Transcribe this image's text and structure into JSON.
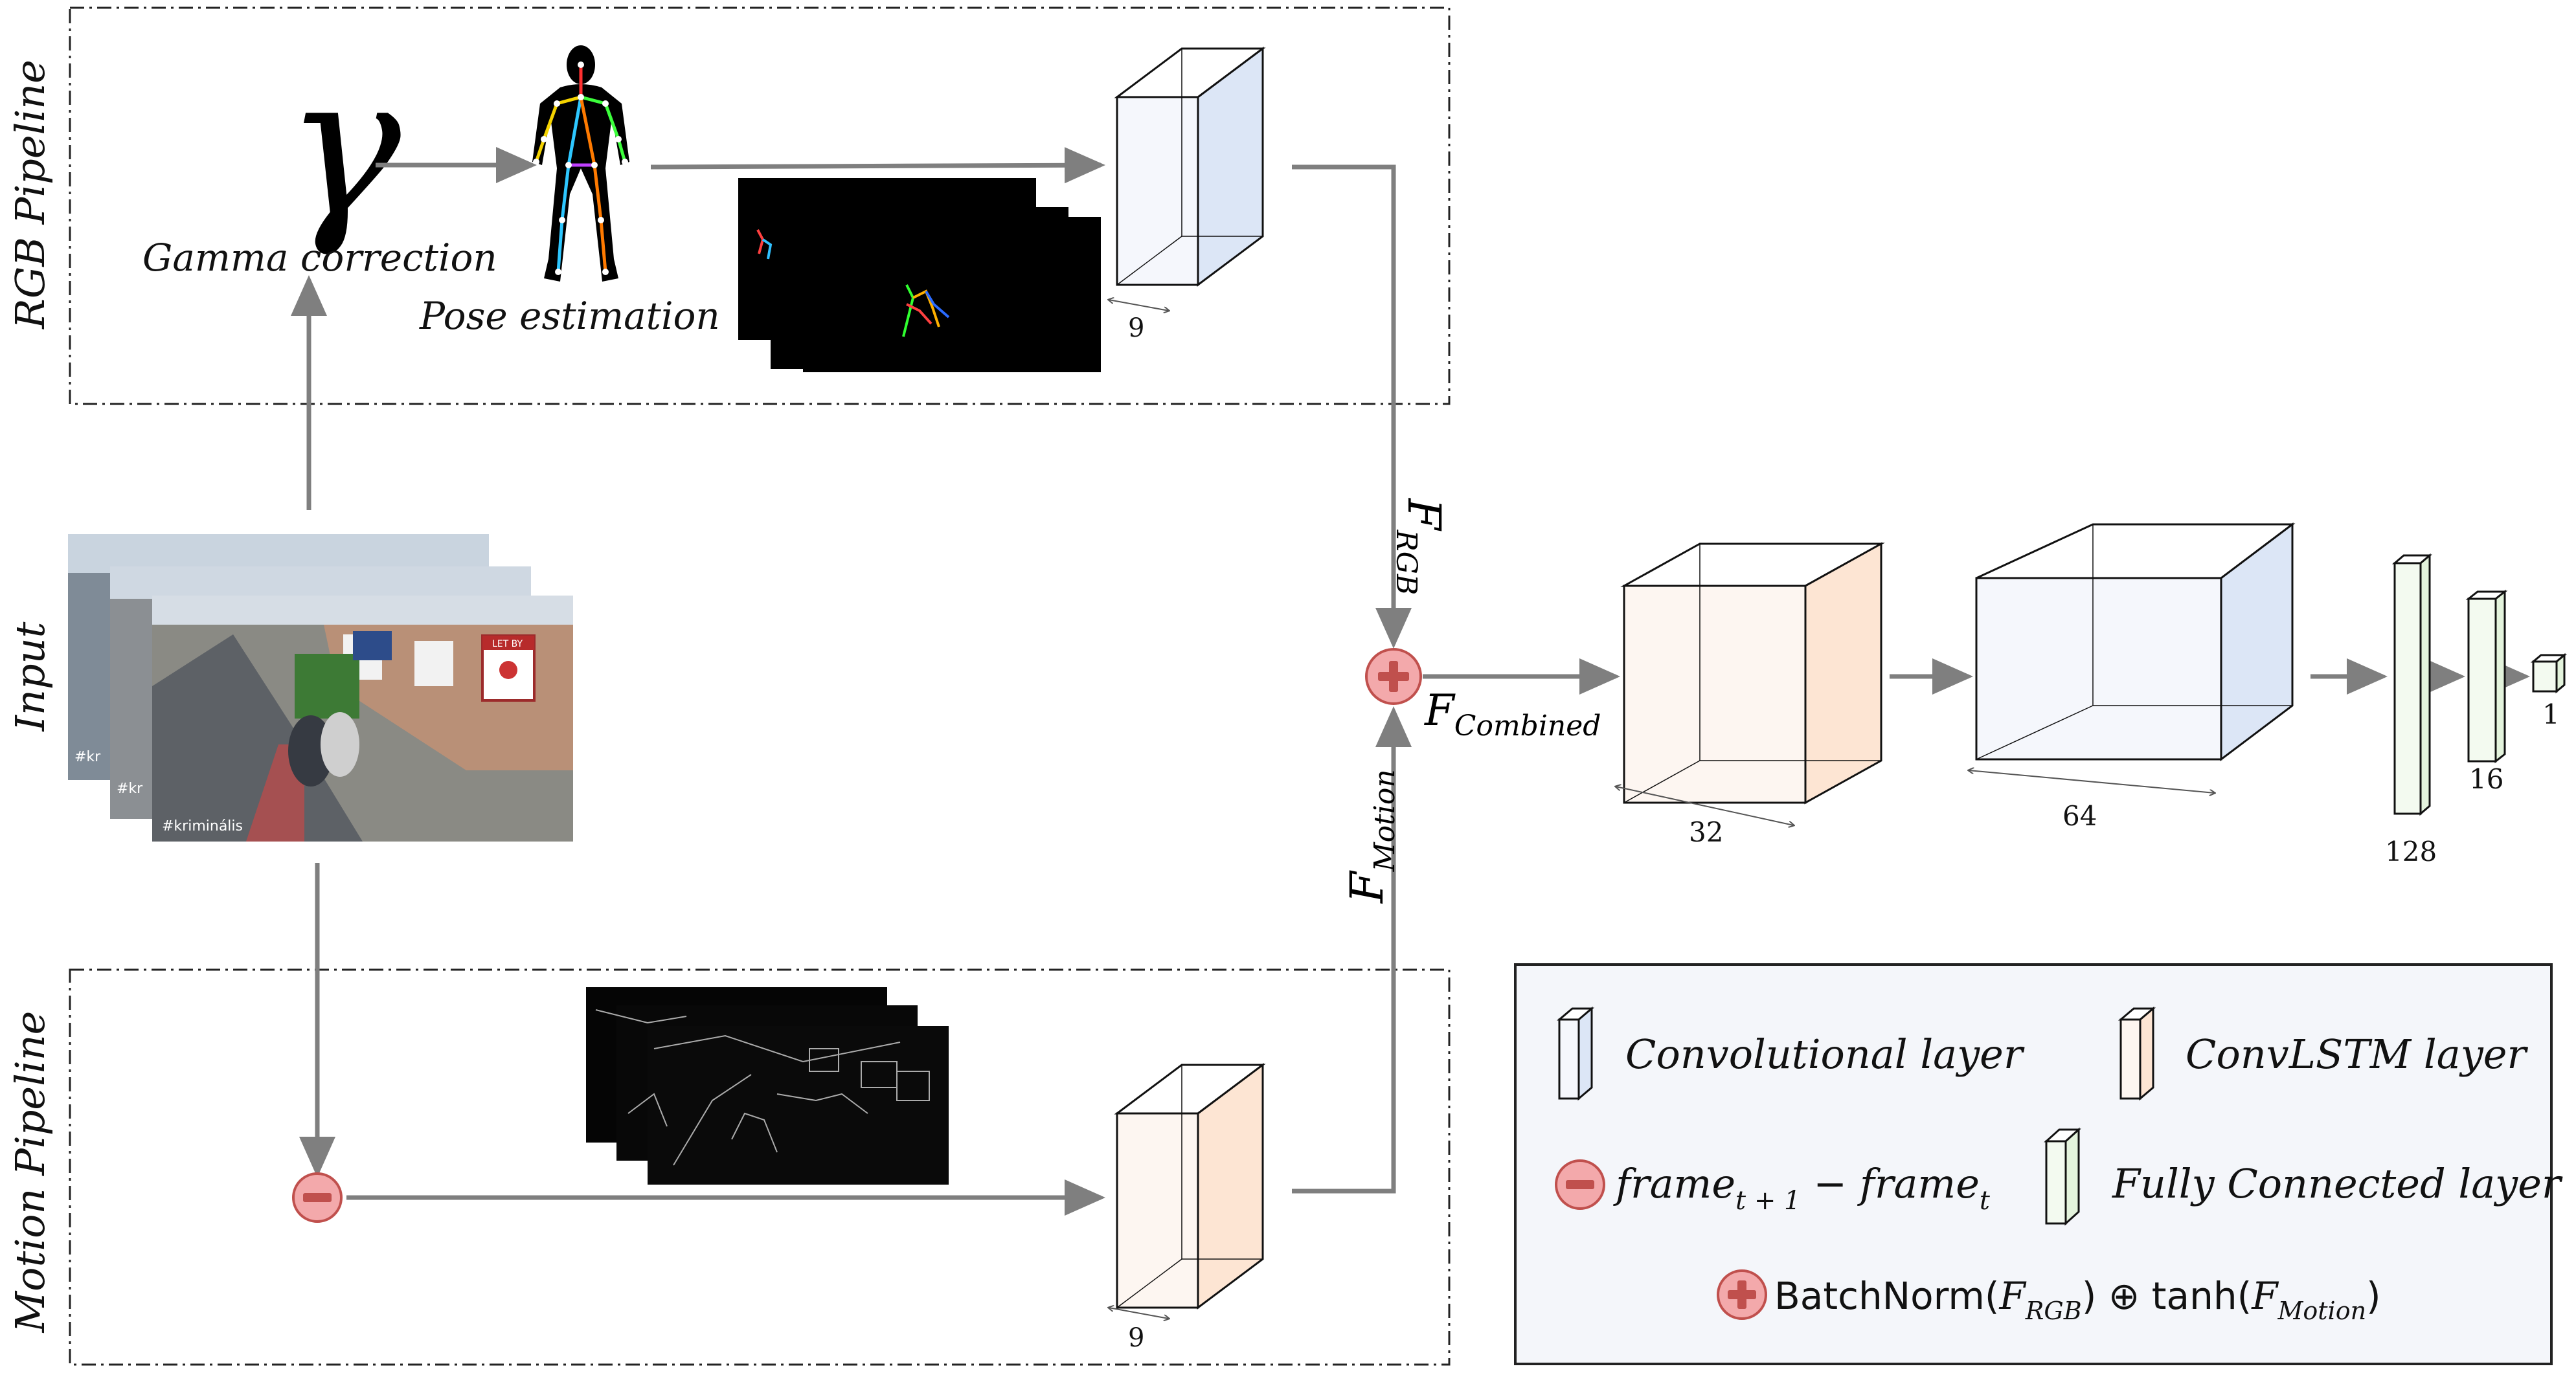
{
  "pipelines": {
    "rgb": {
      "label": "RGB Pipeline"
    },
    "motion": {
      "label": "Motion Pipeline"
    },
    "input": {
      "label": "Input"
    }
  },
  "rgb_stage": {
    "gamma_symbol": "γ",
    "gamma_label": "Gamma correction",
    "pose_label": "Pose estimation",
    "conv_depth_label": "9"
  },
  "motion_stage": {
    "convlstm_depth_label": "9"
  },
  "input_frames": {
    "watermark": "#kriminális",
    "watermark_short": "#kr",
    "sign_text": "LET BY"
  },
  "features": {
    "rgb": {
      "base": "F",
      "sub": "RGB"
    },
    "motion": {
      "base": "F",
      "sub": "Motion"
    },
    "combined": {
      "base": "F",
      "sub": "Combined"
    }
  },
  "network": {
    "convlstm_units": "32",
    "conv_units": "64",
    "fc1_units": "128",
    "fc2_units": "16",
    "output_units": "1"
  },
  "legend": {
    "conv_layer": "Convolutional layer",
    "convlstm_layer": "ConvLSTM layer",
    "frame_diff": {
      "a": "frame",
      "a_sub": "t + 1",
      "minus": " − ",
      "b": "frame",
      "b_sub": "t"
    },
    "fc_layer": "Fully Connected layer",
    "fusion": {
      "pre": "BatchNorm(",
      "f1": "F",
      "f1_sub": "RGB",
      "mid": ") ⊕ tanh(",
      "f2": "F",
      "f2_sub": "Motion",
      "post": ")"
    }
  },
  "colors": {
    "conv_face": "#dce6f6",
    "convlstm_face": "#fde5d3",
    "fc_face": "#e3f3dc",
    "operator": "#f3a9ab",
    "operator_stroke": "#c0504d",
    "arrow": "#7f7f7f",
    "legend_bg": "#f4f6fa"
  }
}
